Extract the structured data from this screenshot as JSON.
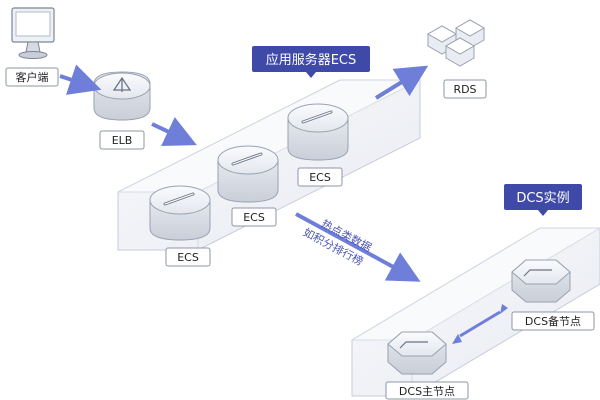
{
  "colors": {
    "accent": "#3f4aa8",
    "arrow": "#6f7fd9",
    "tray_fill": "#f3f5f9",
    "tray_stroke": "#c6ccd8",
    "label_stroke": "#8e97a6"
  },
  "diagram": {
    "client_label": "客户端",
    "elb_label": "ELB",
    "rds_label": "RDS",
    "ecs_group_title": "应用服务器ECS",
    "ecs_labels": [
      "ECS",
      "ECS",
      "ECS"
    ],
    "dcs_group_title": "DCS实例",
    "dcs_standby_label": "DCS备节点",
    "dcs_primary_label": "DCS主节点",
    "annotation_line1": "热点类数据",
    "annotation_line2": "如积分排行榜"
  },
  "icons": {
    "client": "computer-monitor-icon",
    "elb": "load-balancer-icon",
    "ecs": "server-icon",
    "rds": "database-cluster-icon",
    "dcs": "cache-node-icon"
  }
}
